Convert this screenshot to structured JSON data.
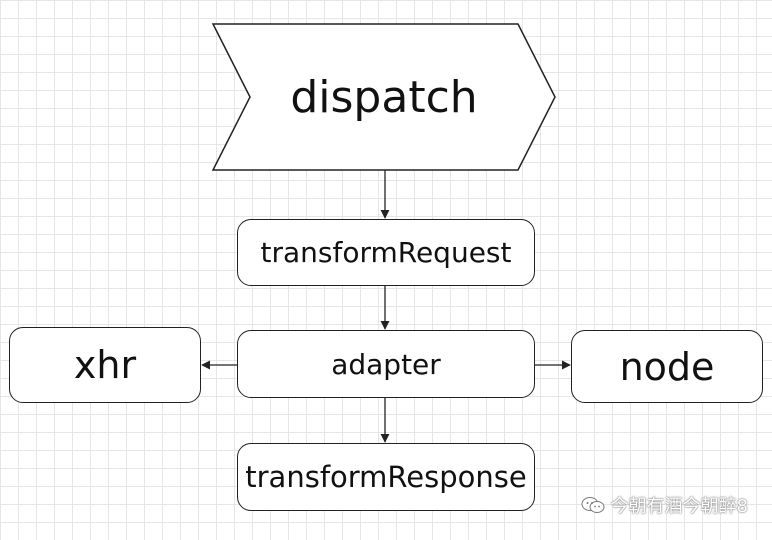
{
  "nodes": {
    "dispatch": "dispatch",
    "transform_request": "transformRequest",
    "adapter": "adapter",
    "xhr": "xhr",
    "node": "node",
    "transform_response": "transformResponse"
  },
  "watermark": "今朝有酒今朝醉8",
  "colors": {
    "stroke": "#222222",
    "grid": "#e6e6e6",
    "background": "#ffffff"
  }
}
